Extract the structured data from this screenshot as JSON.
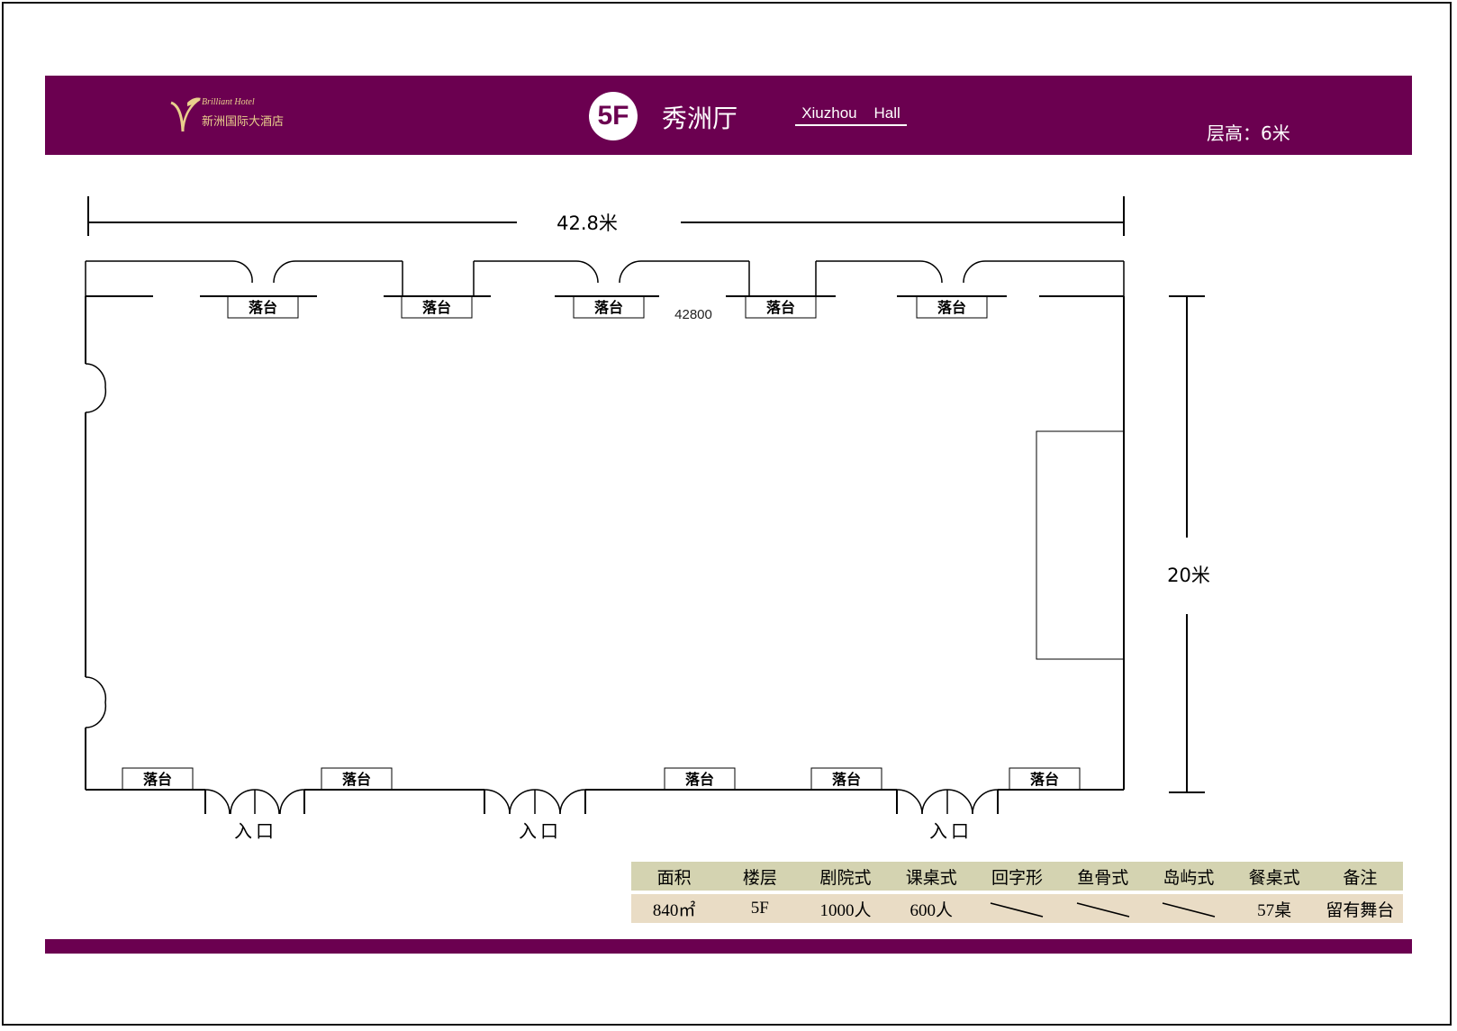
{
  "header": {
    "logo_en": "Brilliant Hotel",
    "logo_cn": "新洲国际大酒店",
    "floor": "5F",
    "hall_cn": "秀洲厅",
    "hall_en": "Xiuzhou    Hall",
    "ceiling": "层高：6米"
  },
  "plan": {
    "width_label": "42.8米",
    "depth_label": "20米",
    "cad_dimension": "42800",
    "window_label": "落台",
    "entrance_label": "入口"
  },
  "table": {
    "headers": [
      "面积",
      "楼层",
      "剧院式",
      "课桌式",
      "回字形",
      "鱼骨式",
      "岛屿式",
      "餐桌式",
      "备注"
    ],
    "values": [
      "840㎡",
      "5F",
      "1000人",
      "600人",
      "",
      "",
      "",
      "57桌",
      "留有舞台"
    ]
  },
  "colors": {
    "brand": "#6b0050",
    "gold": "#e9cf8c",
    "table_header": "#d4d3b1",
    "table_row": "#e9dcc5"
  }
}
